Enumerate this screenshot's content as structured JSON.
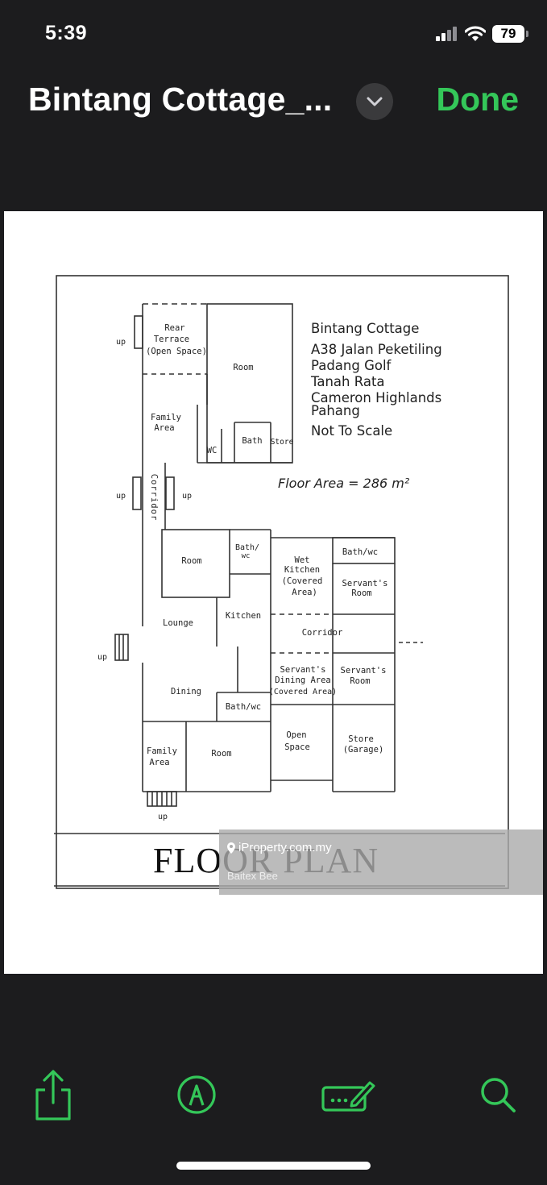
{
  "status_bar": {
    "time": "5:39",
    "battery": "79"
  },
  "header": {
    "title": "Bintang Cottage_...",
    "done_label": "Done"
  },
  "document": {
    "property_info": [
      "Bintang Cottage",
      "A38 Jalan Peketiling",
      "Padang Golf",
      "Tanah Rata",
      "Cameron Highlands",
      "Pahang",
      "Not To Scale"
    ],
    "floor_area": "Floor Area = 286 m²",
    "rooms": {
      "rear_terrace": [
        "Rear",
        "Terrace",
        "(Open Space)"
      ],
      "room_top": "Room",
      "family_area_top": [
        "Family",
        "Area"
      ],
      "wc": "WC",
      "bath": "Bath",
      "store": "Store",
      "corridor_vertical": "Corridor",
      "room_mid": "Room",
      "bath_wc_small": [
        "Bath/",
        "wc"
      ],
      "wet_kitchen": [
        "Wet",
        "Kitchen",
        "(Covered",
        "Area)"
      ],
      "bath_wc_right": "Bath/wc",
      "servants_room_1": [
        "Servant's",
        "Room"
      ],
      "kitchen": "Kitchen",
      "lounge": "Lounge",
      "corridor": "Corridor",
      "servants_dining": [
        "Servant's",
        "Dining Area",
        "(Covered Area)"
      ],
      "servants_room_2": [
        "Servant's",
        "Room"
      ],
      "dining": "Dining",
      "bath_wc_lower": "Bath/wc",
      "open_space": [
        "Open",
        "Space"
      ],
      "store_garage": [
        "Store",
        "(Garage)"
      ],
      "family_area_bottom": [
        "Family",
        "Area"
      ],
      "room_bottom": "Room"
    },
    "up_label": "up",
    "plan_title": "FLOOR PLAN",
    "watermark": {
      "site": "iProperty.com.my",
      "agent": "Baitex Bee"
    }
  },
  "toolbar": {
    "share": "share-icon",
    "markup": "markup-pen-icon",
    "signature": "signature-icon",
    "search": "search-icon"
  },
  "colors": {
    "accent": "#34c759",
    "background": "#1c1c1e"
  }
}
